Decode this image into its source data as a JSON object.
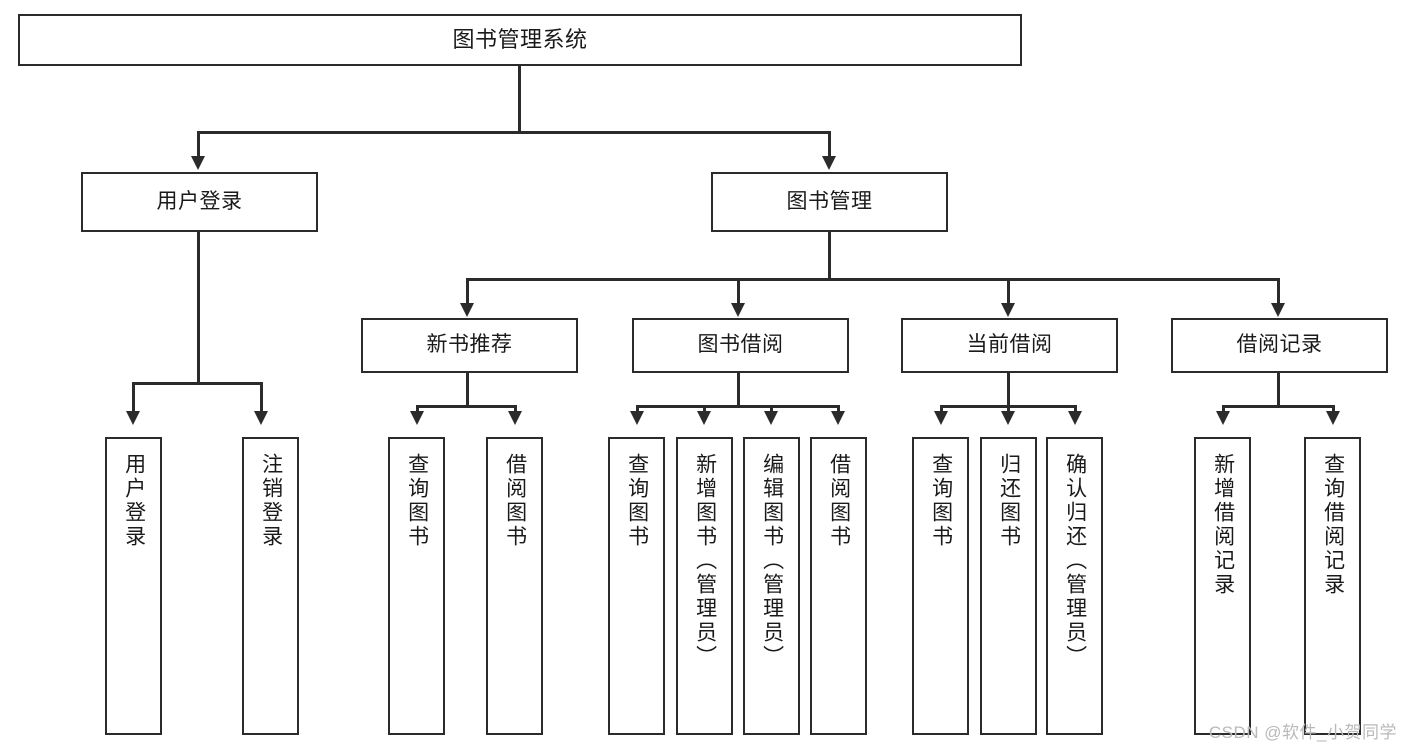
{
  "diagram": {
    "type": "tree",
    "title": "图书管理系统",
    "root": {
      "label": "图书管理系统"
    },
    "level2": [
      {
        "label": "用户登录"
      },
      {
        "label": "图书管理"
      }
    ],
    "level3": [
      {
        "label": "新书推荐"
      },
      {
        "label": "图书借阅"
      },
      {
        "label": "当前借阅"
      },
      {
        "label": "借阅记录"
      }
    ],
    "leaves": [
      {
        "label": "用户登录",
        "parent": "用户登录"
      },
      {
        "label": "注销登录",
        "parent": "用户登录"
      },
      {
        "label": "查询图书",
        "parent": "新书推荐"
      },
      {
        "label": "借阅图书",
        "parent": "新书推荐"
      },
      {
        "label": "查询图书",
        "parent": "图书借阅"
      },
      {
        "label": "新增图书（管理员）",
        "parent": "图书借阅"
      },
      {
        "label": "编辑图书（管理员）",
        "parent": "图书借阅"
      },
      {
        "label": "借阅图书",
        "parent": "图书借阅"
      },
      {
        "label": "查询图书",
        "parent": "当前借阅"
      },
      {
        "label": "归还图书",
        "parent": "当前借阅"
      },
      {
        "label": "确认归还（管理员）",
        "parent": "当前借阅"
      },
      {
        "label": "新增借阅记录",
        "parent": "借阅记录"
      },
      {
        "label": "查询借阅记录",
        "parent": "借阅记录"
      }
    ]
  },
  "watermark": {
    "text": "CSDN @软件_小贺同学"
  },
  "colors": {
    "stroke": "#2b2b2b",
    "fill": "#ffffff",
    "text": "#1a1a1a",
    "watermark": "#b9b9b9"
  }
}
